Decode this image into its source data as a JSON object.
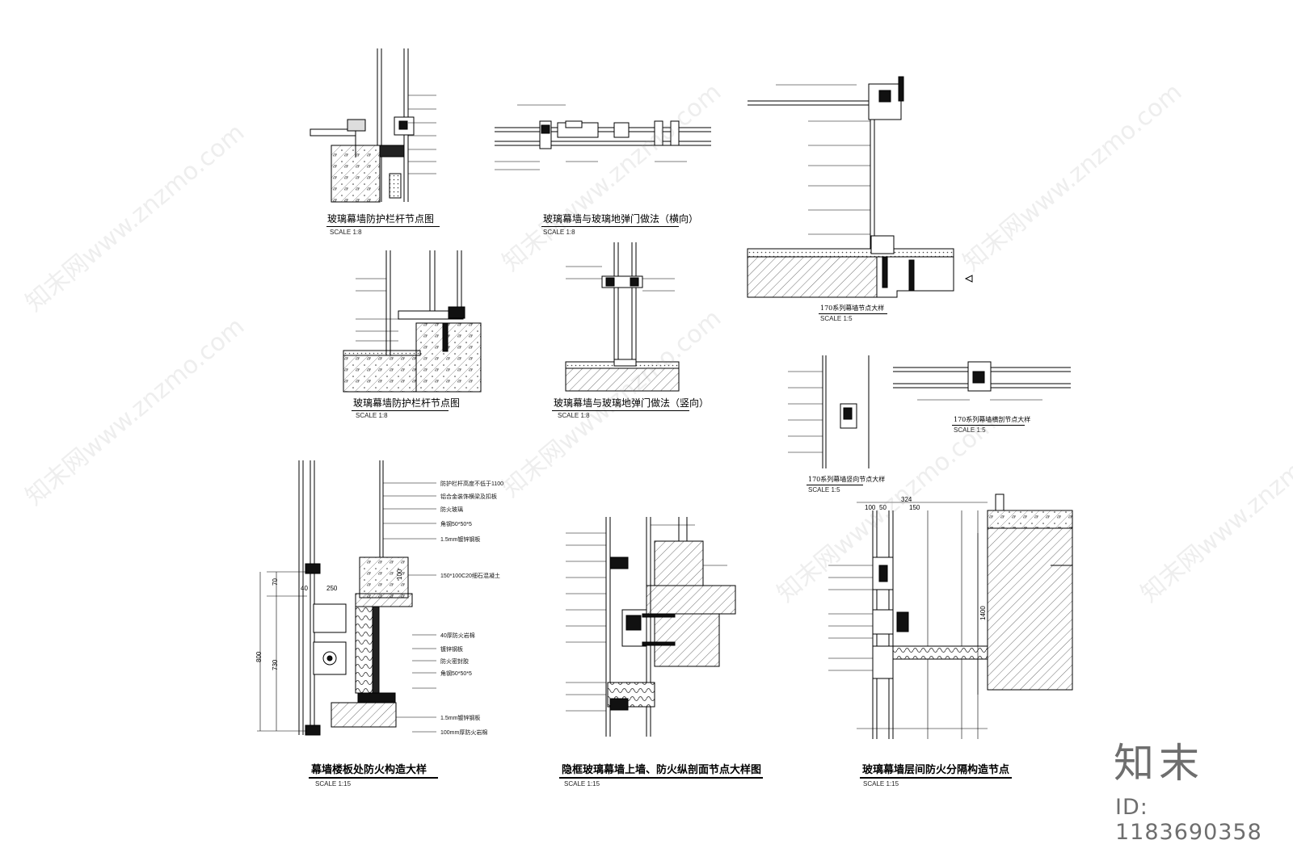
{
  "drawings": [
    {
      "id": "d1",
      "title": "玻璃幕墙防护栏杆节点图",
      "scale": "SCALE 1:8"
    },
    {
      "id": "d2",
      "title": "玻璃幕墙与玻璃地弹门做法（横向）",
      "scale": "SCALE 1:8"
    },
    {
      "id": "d3",
      "title": "170系列幕墙节点大样",
      "scale": "SCALE 1:5"
    },
    {
      "id": "d4",
      "title": "玻璃幕墙防护栏杆节点图",
      "scale": "SCALE 1:8"
    },
    {
      "id": "d5",
      "title": "玻璃幕墙与玻璃地弹门做法（竖向）",
      "scale": "SCALE 1:8"
    },
    {
      "id": "d6",
      "title": "170系列幕墙竖向节点大样",
      "scale": "SCALE 1:5"
    },
    {
      "id": "d7",
      "title": "170系列幕墙横剖节点大样",
      "scale": "SCALE 1:5"
    },
    {
      "id": "d8",
      "title": "幕墙楼板处防火构造大样",
      "scale": "SCALE 1:15"
    },
    {
      "id": "d9",
      "title": "隐框玻璃幕墙上墙、防火纵剖面节点大样图",
      "scale": "SCALE 1:15"
    },
    {
      "id": "d10",
      "title": "玻璃幕墙层间防火分隔构造节点",
      "scale": "SCALE 1:15"
    }
  ],
  "notes_d8": [
    "防护栏杆高度不低于1100",
    "铝合金装饰横梁及扣板",
    "防火玻璃",
    "角钢50*50*5",
    "1.5mm镀锌钢板",
    "150*100C20细石混凝土",
    "40厚防火岩棉",
    "镀锌钢板",
    "防火密封胶",
    "角钢50*50*5",
    "1.5mm镀锌钢板",
    "100mm厚防火岩棉"
  ],
  "dims_d8": {
    "a": "70",
    "b": "40",
    "c": "250",
    "d": "100",
    "e": "800",
    "f": "730"
  },
  "dims_d10": {
    "a": "100",
    "b": "50",
    "c": "324",
    "d": "150",
    "e": "1400"
  },
  "brand": {
    "name": "知末",
    "id": "ID: 1183690358"
  },
  "watermark": "知末网www.znzmo.com"
}
